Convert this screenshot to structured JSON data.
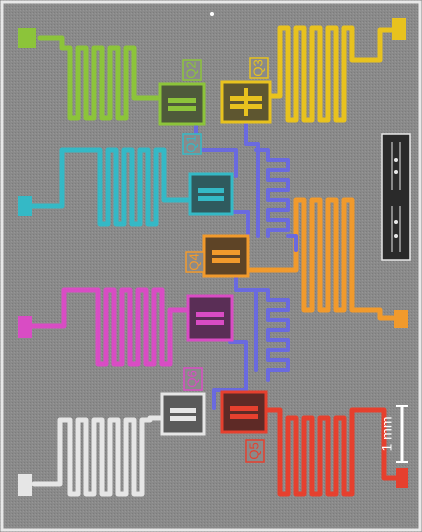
{
  "figure": {
    "qubit_labels": {
      "q1": "Q1",
      "q2": "Q2",
      "q3": "Q3",
      "q4": "Q4",
      "q5": "Q5",
      "q6": "Q6"
    },
    "scale_bar_label": "1 mm",
    "colors": {
      "q1": "#34b9c6",
      "q2": "#8cc43a",
      "q3": "#e8c21e",
      "q4": "#f19a2c",
      "q5": "#e6402e",
      "q6": "#e6e6e6",
      "magenta": "#d94cc4",
      "bus": "#6a6adf",
      "substrate": "#8a8a8a"
    }
  }
}
